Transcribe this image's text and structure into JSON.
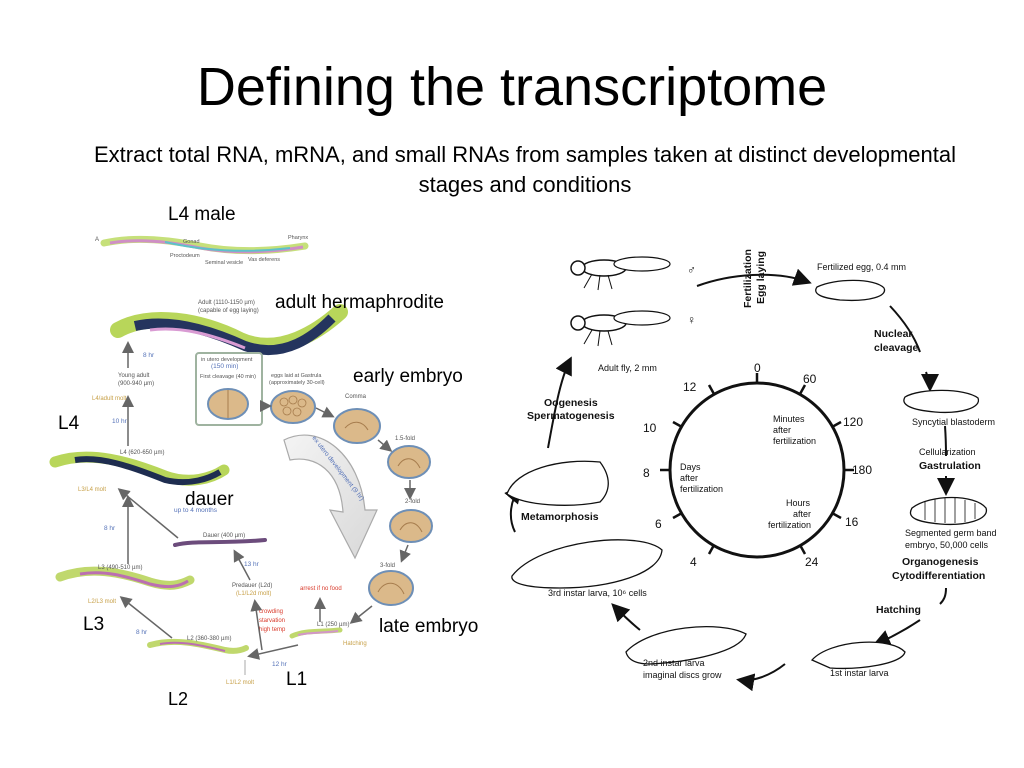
{
  "slide": {
    "title": "Defining the transcriptome",
    "subtitle": "Extract total RNA, mRNA, and small RNAs from samples taken at distinct developmental stages and conditions"
  },
  "worm_labels": {
    "l4_male": "L4 male",
    "adult_herm": "adult hermaphrodite",
    "early_embryo": "early embryo",
    "l4": "L4",
    "dauer": "dauer",
    "l3": "L3",
    "late_embryo": "late embryo",
    "l1": "L1",
    "l2": "L2"
  },
  "worm_diagram": {
    "panel_letter": "A",
    "male_parts": [
      "Gonad",
      "Pharynx",
      "Seminal vesicle",
      "Vas deferens",
      "Proctodeum"
    ],
    "adult_size": "Adult (1110-1150 µm)",
    "adult_note": "(capable of egg laying)",
    "young_adult": "Young adult",
    "young_adult_size": "(900-940 µm)",
    "l4_adult_molt": "L4/adult molt",
    "l4_size": "L4 (620-650 µm)",
    "l3l4_molt": "L3/L4 molt",
    "l3_size": "L3 (490-510 µm)",
    "l2l3_molt": "L2/L3 molt",
    "l2_size": "L2 (360-380 µm)",
    "l1l2_molt": "L1/L2 molt",
    "l1_size": "L1 (250 µm)",
    "dauer_size": "Dauer (400 µm)",
    "predauer": "Predauer (L2d)",
    "predauer_molt": "(L1/L2d molt)",
    "up_to": "up to 4 months",
    "in_utero": "in utero development",
    "in_utero_time": "(150 min)",
    "first_cleavage": "First cleavage (40 min)",
    "eggs_laid": "eggs laid at Gastrula",
    "eggs_laid_cells": "(approximately 30-cell)",
    "comma": "Comma",
    "fold15": "1.5-fold",
    "fold2": "2-fold",
    "fold3": "3-fold",
    "ex_utero": "ex utero development (9 hr)",
    "hatching": "Hatching",
    "arrest": "arrest if no food",
    "crowding": [
      "crowding",
      "starvation",
      "high temp"
    ],
    "times": [
      "8 hr",
      "10 hr",
      "8 hr",
      "8 hr",
      "12 hr",
      "13 hr"
    ]
  },
  "fly_diagram": {
    "male_symbol": "♂",
    "female_symbol": "♀",
    "fertilization": "Fertilization",
    "egg_laying": "Egg laying",
    "fertilized_egg": "Fertilized egg, 0.4 mm",
    "nuclear": "Nuclear",
    "cleavage": "cleavage",
    "syncytial": "Syncytial blastoderm",
    "cellularization": "Cellularization",
    "gastrulation": "Gastrulation",
    "segmented_1": "Segmented germ band",
    "segmented_2": "embryo, 50,000 cells",
    "organogenesis": "Organogenesis",
    "cytodiff": "Cytodifferentiation",
    "hatching": "Hatching",
    "first_instar": "1st instar larva",
    "second_instar_1": "2nd instar larva",
    "second_instar_2": "imaginal discs grow",
    "third_instar": "3rd instar larva, 10⁶ cells",
    "metamorphosis": "Metamorphosis",
    "oogenesis": "Oogenesis",
    "spermatogenesis": "Spermatogenesis",
    "adult_fly": "Adult fly, 2 mm",
    "clock_ticks": [
      "0",
      "60",
      "120",
      "180",
      "16",
      "24",
      "4",
      "6",
      "8",
      "10",
      "12"
    ],
    "minutes": [
      "Minutes",
      "after",
      "fertilization"
    ],
    "days": [
      "Days",
      "after",
      "fertilization"
    ],
    "hours": [
      "Hours",
      "after",
      "fertilization"
    ]
  }
}
